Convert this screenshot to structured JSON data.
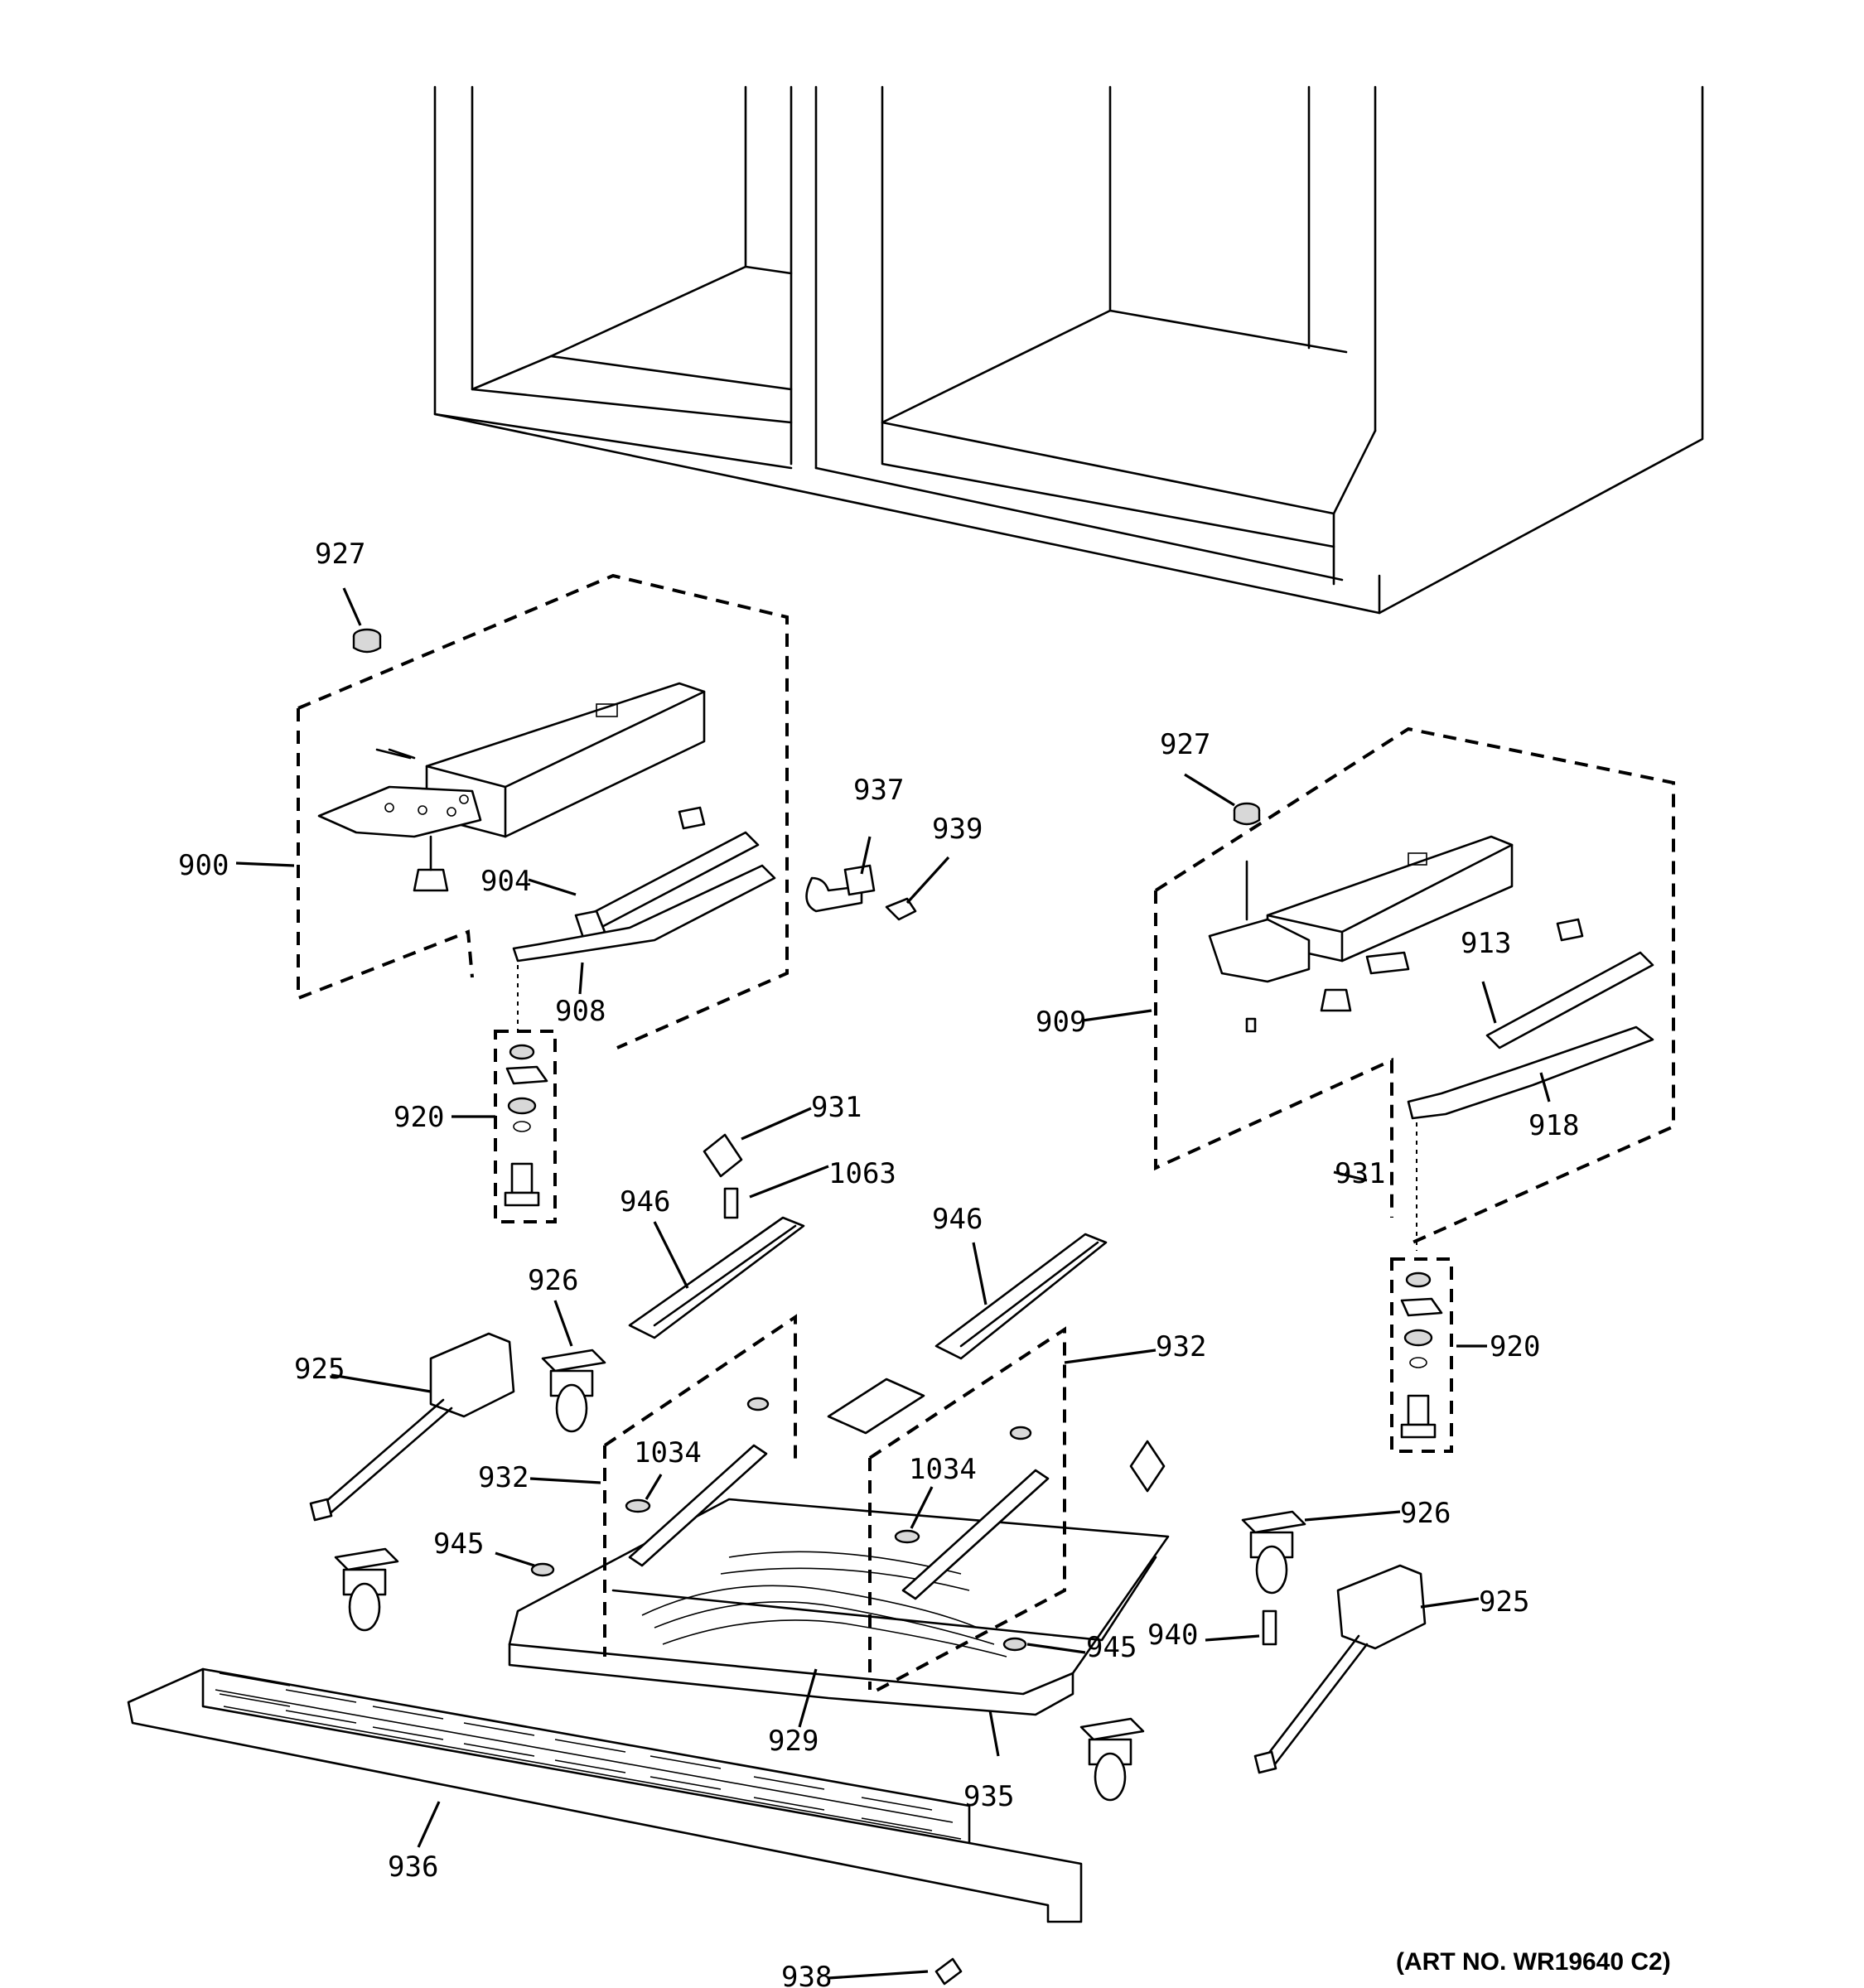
{
  "callouts": {
    "c900": "900",
    "c904": "904",
    "c908": "908",
    "c909": "909",
    "c913": "913",
    "c918": "918",
    "c920a": "920",
    "c920b": "920",
    "c925a": "925",
    "c925b": "925",
    "c926a": "926",
    "c926b": "926",
    "c927a": "927",
    "c927b": "927",
    "c929": "929",
    "c931a": "931",
    "c931b": "931",
    "c932a": "932",
    "c932b": "932",
    "c935": "935",
    "c936": "936",
    "c937": "937",
    "c938": "938",
    "c939": "939",
    "c940": "940",
    "c945a": "945",
    "c945b": "945",
    "c946a": "946",
    "c946b": "946",
    "c1034a": "1034",
    "c1034b": "1034",
    "c1063": "1063"
  },
  "art_number": "(ART NO. WR19640 C2)"
}
